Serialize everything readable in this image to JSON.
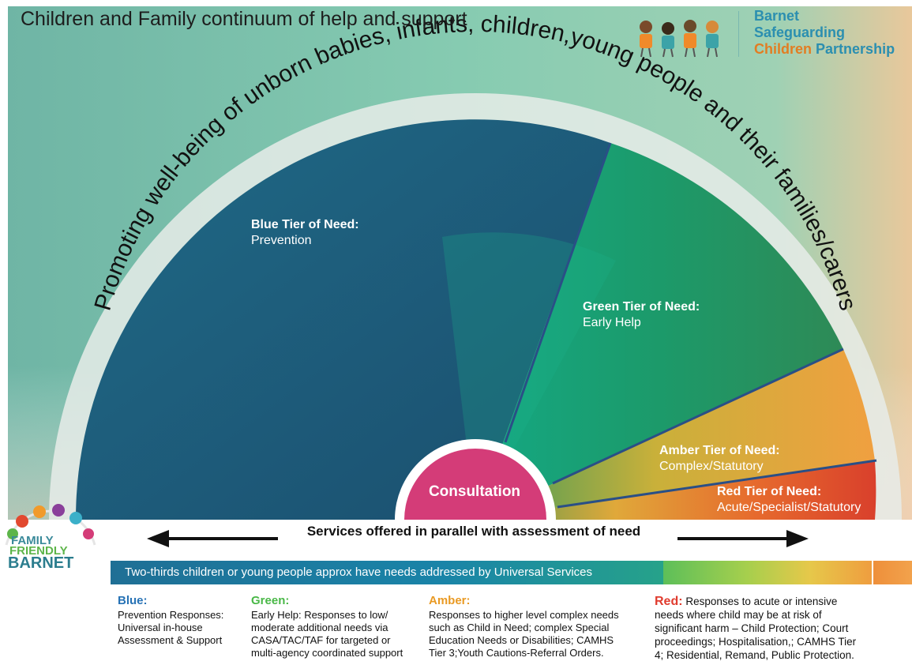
{
  "title": "Children and Family continuum of help and support",
  "partner": {
    "line1": "Barnet",
    "line2": "Safeguarding",
    "line3_orange": "Children",
    "line3_teal": "Partnership"
  },
  "arc_text": "Promoting well-being of unborn babies, infants, children,young people and their families/carers",
  "tiers": {
    "blue": {
      "heading": "Blue Tier of Need:",
      "sub": "Prevention"
    },
    "green": {
      "heading": "Green Tier of Need:",
      "sub": "Early Help"
    },
    "amber": {
      "heading": "Amber Tier of Need:",
      "sub": "Complex/Statutory"
    },
    "red": {
      "heading": "Red Tier of Need:",
      "sub": "Acute/Specialist/Statutory"
    }
  },
  "consultation": "Consultation",
  "parallel_text": "Services offered in parallel with assessment of need",
  "universal_text": "Two-thirds children or young people approx have needs addressed by Universal Services",
  "logo": {
    "l1": "FAMILY",
    "l2": "FRIENDLY",
    "l3": "BARNET"
  },
  "legend": {
    "blue": {
      "heading": "Blue:",
      "text": [
        "Prevention Responses:",
        "Universal in-house",
        "Assessment & Support"
      ]
    },
    "green": {
      "heading": "Green:",
      "text": [
        "Early Help: Responses to low/",
        "moderate additional needs via",
        "CASA/TAC/TAF for targeted or",
        "multi-agency coordinated support"
      ]
    },
    "amber": {
      "heading": "Amber:",
      "text": [
        "Responses to higher level complex needs",
        "such as Child in Need; complex Special",
        "Education Needs or Disabilities; CAMHS",
        "Tier 3;Youth Cautions-Referral Orders."
      ]
    },
    "red": {
      "heading": "Red:",
      "first": "Responses to acute or intensive",
      "text": [
        "needs where child may be at risk of",
        "significant harm – Child Protection; Court",
        "proceedings; Hospitalisation,; CAMHS Tier",
        "4; Residential, Remand, Public Protection."
      ]
    }
  },
  "colors": {
    "blue_tier": "#2a5f7d",
    "green_tier": "#1faa78",
    "amber_tier": "#e8a23a",
    "red_tier": "#d9402c",
    "consultation": "#d43c78",
    "legend_blue": "#2672b5",
    "legend_green": "#49b847",
    "legend_amber": "#e99a24",
    "legend_red": "#e03c2f"
  }
}
